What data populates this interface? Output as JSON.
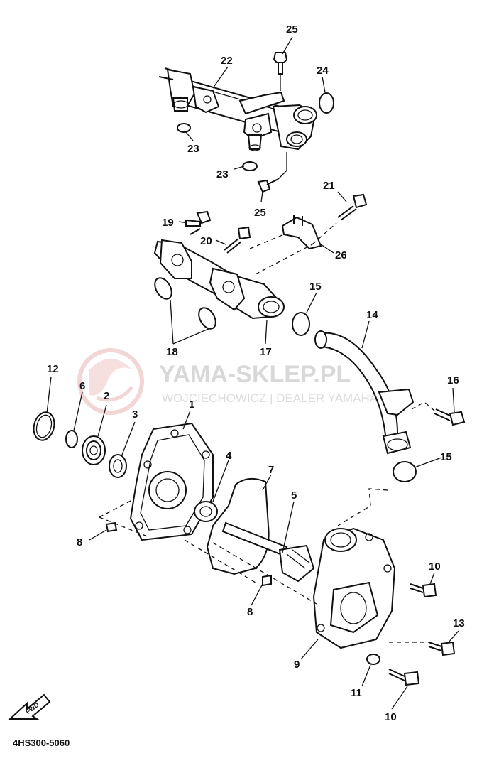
{
  "watermark": {
    "title": "YAMA-SKLEP.PL",
    "subtitle": "WOJCIECHOWICZ | DEALER YAMAHA",
    "logo_color": "#e8b4b4"
  },
  "figure_code": "4HS300-5060",
  "forward_arrow_label": "FWD",
  "labels": {
    "l1": "1",
    "l2": "2",
    "l3": "3",
    "l4": "4",
    "l5": "5",
    "l6": "6",
    "l7": "7",
    "l8a": "8",
    "l8b": "8",
    "l9": "9",
    "l10a": "10",
    "l10b": "10",
    "l11": "11",
    "l12": "12",
    "l13": "13",
    "l14": "14",
    "l15a": "15",
    "l15b": "15",
    "l16": "16",
    "l17": "17",
    "l18": "18",
    "l19": "19",
    "l20": "20",
    "l21": "21",
    "l22": "22",
    "l23a": "23",
    "l23b": "23",
    "l24": "24",
    "l25a": "25",
    "l25b": "25",
    "l26": "26"
  }
}
